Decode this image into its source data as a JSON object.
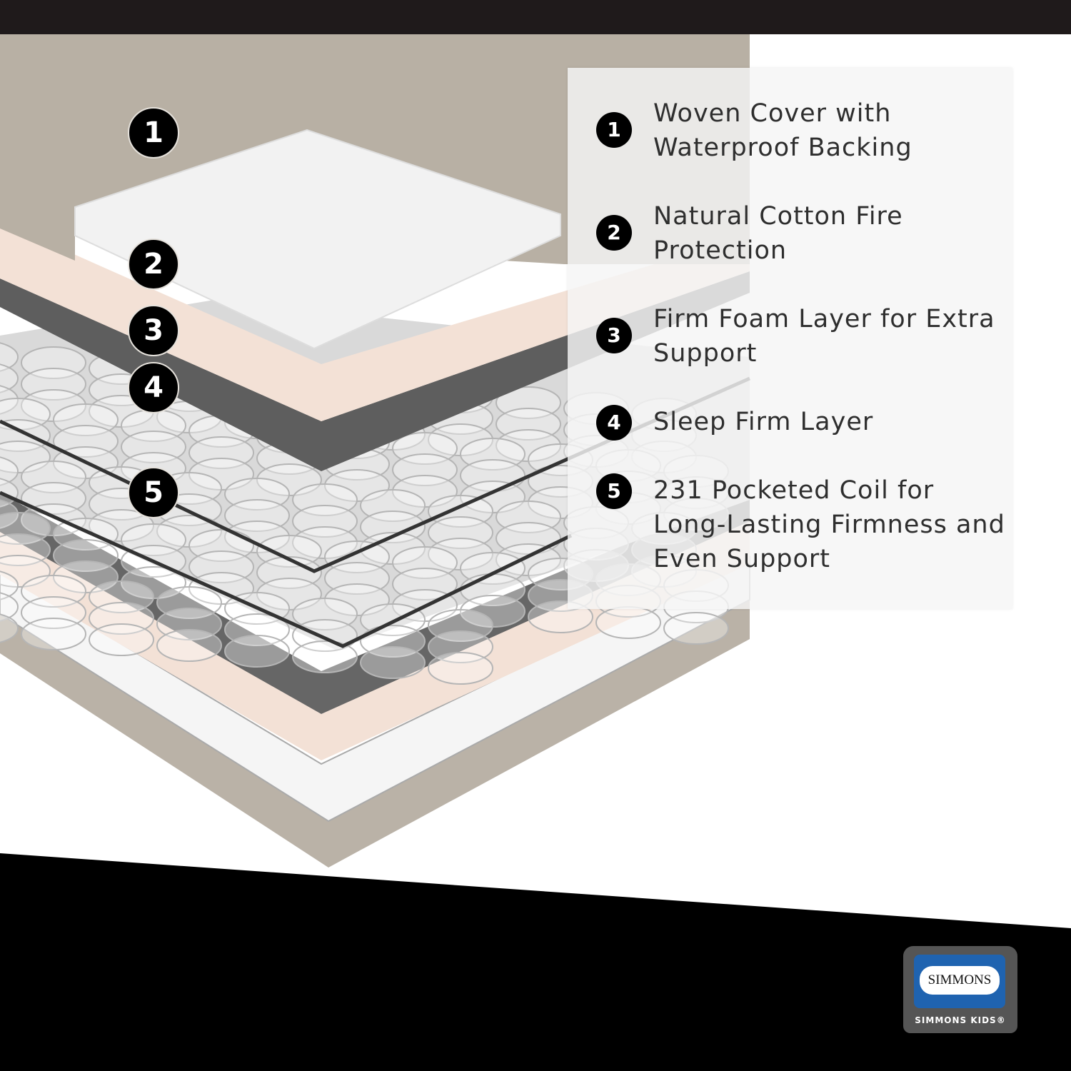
{
  "left_markers": [
    "1",
    "2",
    "3",
    "4",
    "5"
  ],
  "features": [
    {
      "number": "1",
      "label": "Woven Cover with Waterproof Backing"
    },
    {
      "number": "2",
      "label": "Natural Cotton Fire Protection"
    },
    {
      "number": "3",
      "label": "Firm Foam Layer for Extra Support"
    },
    {
      "number": "4",
      "label": "Sleep Firm Layer"
    },
    {
      "number": "5",
      "label": "231 Pocketed Coil for Long-Lasting Firmness and Even Support"
    }
  ],
  "logo": {
    "brand": "SIMMONS",
    "sub": "SIMMONS KIDS®"
  },
  "colors": {
    "cover": "#b8b0a4",
    "cotton": "#f3e1d6",
    "foam": "#5f5f5f",
    "coil": "#dcdcdc",
    "blue": "#1f63b0"
  }
}
